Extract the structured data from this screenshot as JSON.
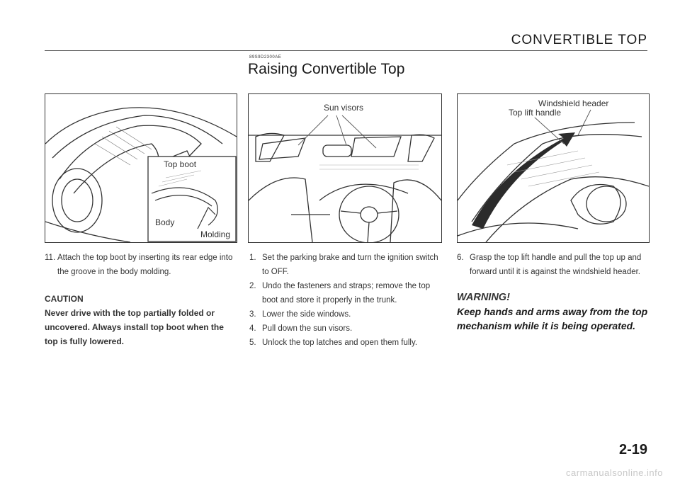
{
  "header": {
    "section_title": "CONVERTIBLE TOP",
    "ref_code": "89S9D2300AE",
    "page_heading": "Raising Convertible Top"
  },
  "figures": [
    {
      "labels": {
        "top_boot": "Top boot",
        "body": "Body",
        "molding": "Molding"
      }
    },
    {
      "labels": {
        "sun_visors": "Sun visors"
      }
    },
    {
      "labels": {
        "windshield_header": "Windshield header",
        "top_lift_handle": "Top lift handle"
      }
    }
  ],
  "column1": {
    "step": {
      "num": "11.",
      "text": "Attach the top boot by inserting its rear edge into the groove in the body molding."
    },
    "caution": {
      "title": "CAUTION",
      "text": "Never drive with the top partially folded or uncovered. Always install top boot when the top is fully lowered."
    }
  },
  "column2": {
    "steps": [
      {
        "num": "1.",
        "text": "Set the parking brake and turn the ignition switch to OFF."
      },
      {
        "num": "2.",
        "text": "Undo the fasteners and straps; remove the top boot and store it properly in the trunk."
      },
      {
        "num": "3.",
        "text": "Lower the side windows."
      },
      {
        "num": "4.",
        "text": "Pull down the sun visors."
      },
      {
        "num": "5.",
        "text": "Unlock the top latches and open them fully."
      }
    ]
  },
  "column3": {
    "step": {
      "num": "6.",
      "text": "Grasp the top lift handle and pull the top up and forward until it is against the windshield header."
    },
    "warning": {
      "title": "WARNING!",
      "text": "Keep hands and arms away from the top mechanism while it is being operated."
    }
  },
  "footer": {
    "page_number": "2-19",
    "watermark": "carmanualsonline.info"
  }
}
